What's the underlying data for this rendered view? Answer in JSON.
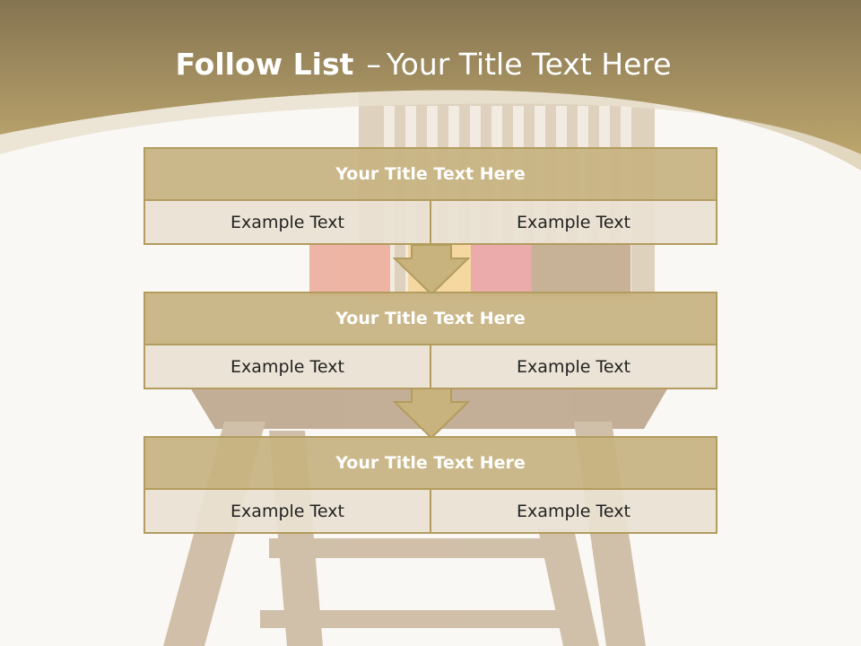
{
  "slide": {
    "title_bold": "Follow List",
    "title_dash": "–",
    "title_rest": "Your Title Text Here"
  },
  "blocks": [
    {
      "title": "Your Title Text Here",
      "left": "Example Text",
      "right": "Example Text"
    },
    {
      "title": "Your Title Text Here",
      "left": "Example Text",
      "right": "Example Text"
    },
    {
      "title": "Your Title Text Here",
      "left": "Example Text",
      "right": "Example Text"
    }
  ],
  "colors": {
    "header_band": "#8e7a4e",
    "accent_gold": "#c8b27e",
    "cell_fill": "#eae1d2",
    "border": "#b39c5e"
  },
  "icons": [
    "down-arrow-icon"
  ]
}
